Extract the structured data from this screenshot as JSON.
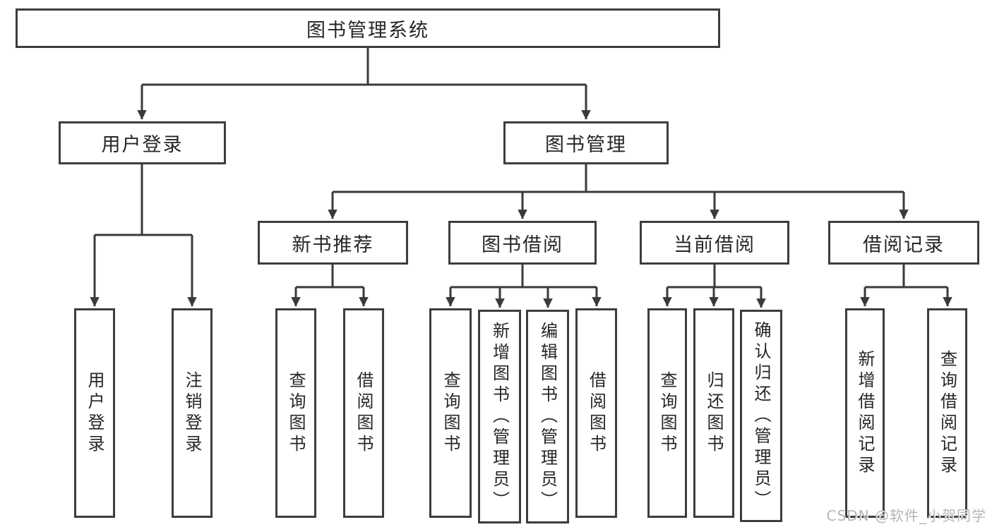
{
  "diagram": {
    "line_color": "#3a3a3a",
    "root": {
      "label": "图书管理系统",
      "children": [
        {
          "label": "用户登录",
          "children": [
            {
              "label": "用户登录"
            },
            {
              "label": "注销登录"
            }
          ]
        },
        {
          "label": "图书管理",
          "children": [
            {
              "label": "新书推荐",
              "children": [
                {
                  "label": "查询图书"
                },
                {
                  "label": "借阅图书"
                }
              ]
            },
            {
              "label": "图书借阅",
              "children": [
                {
                  "label": "查询图书"
                },
                {
                  "label": "新增图书（管理员）"
                },
                {
                  "label": "编辑图书（管理员）"
                },
                {
                  "label": "借阅图书"
                }
              ]
            },
            {
              "label": "当前借阅",
              "children": [
                {
                  "label": "查询图书"
                },
                {
                  "label": "归还图书"
                },
                {
                  "label": "确认归还（管理员）"
                }
              ]
            },
            {
              "label": "借阅记录",
              "children": [
                {
                  "label": "新增借阅记录"
                },
                {
                  "label": "查询借阅记录"
                }
              ]
            }
          ]
        }
      ]
    },
    "watermark": {
      "text": "CSDN @软件_小贺同学"
    }
  }
}
